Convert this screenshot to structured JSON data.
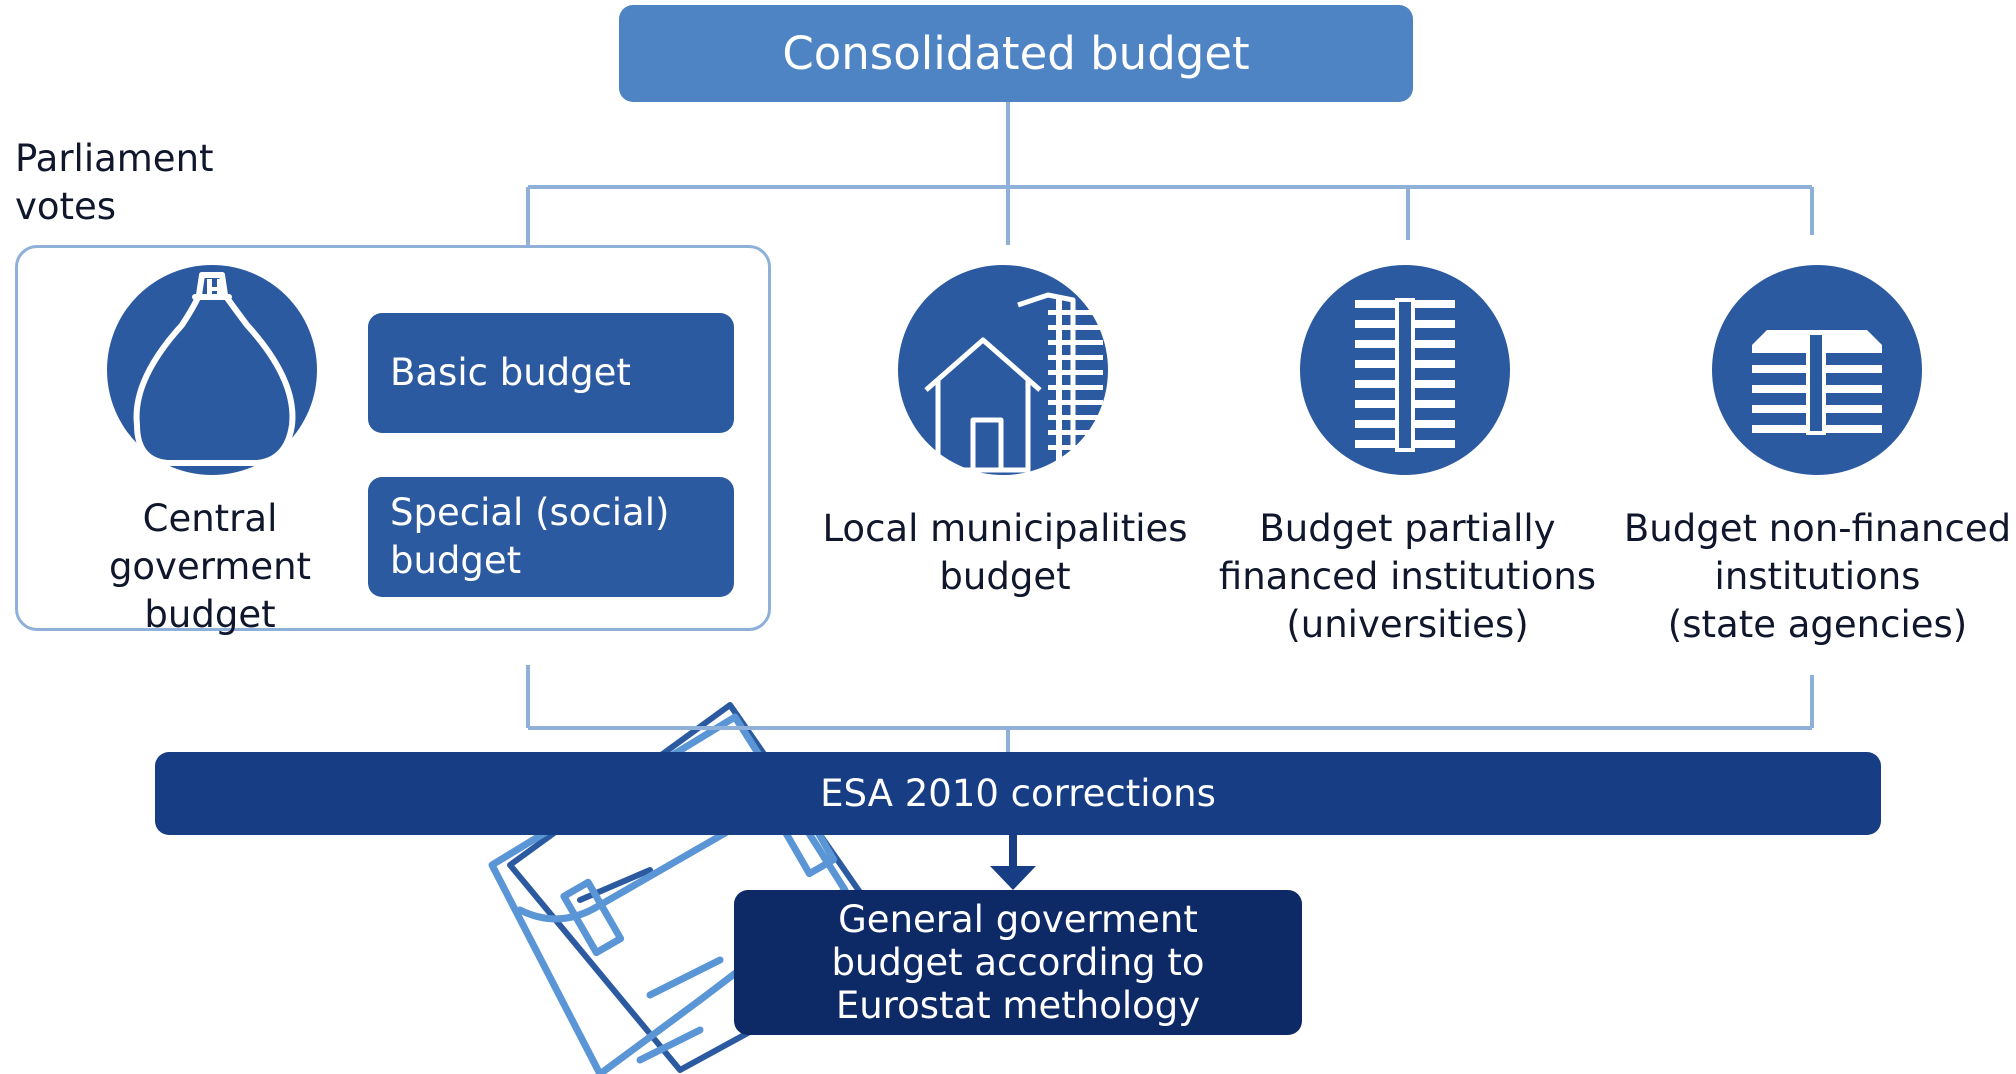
{
  "top_box": {
    "label": "Consolidated budget"
  },
  "parliament_label": "Parliament\nvotes",
  "central": {
    "label": "Central\ngoverment\nbudget",
    "icon": "money-bag-icon",
    "basic_budget": "Basic budget",
    "special_budget": "Special (social)\nbudget"
  },
  "entities": [
    {
      "label": "Local municipalities\nbudget",
      "icon": "house-building-icon"
    },
    {
      "label": "Budget partially\nfinanced institutions\n(universities)",
      "icon": "building-icon"
    },
    {
      "label": "Budget non-financed\ninstitutions\n(state agencies)",
      "icon": "wide-building-icon"
    }
  ],
  "esa_box": {
    "label": "ESA 2010 corrections"
  },
  "final_box": {
    "label": "General goverment\nbudget according to\nEurostat methology"
  },
  "colors": {
    "top_box": "#4f84c4",
    "pill": "#2c5aa0",
    "esa": "#173e85",
    "final": "#0e2a66",
    "connector": "#8fb0d8"
  }
}
